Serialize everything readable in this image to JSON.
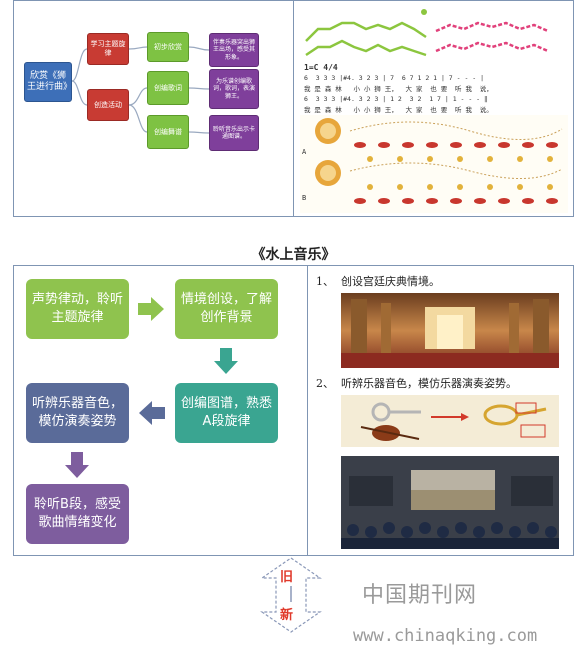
{
  "top_panel": {
    "center_node": "欣赏《狮王进行曲》",
    "branch_a": "学习主题旋律",
    "branch_b": "创造活动",
    "mid_nodes": [
      "初步欣赏",
      "创编歌词",
      "创编舞谱"
    ],
    "leaf_nodes": [
      "伴奏乐器突出狮王出场，感受其形象。",
      "为乐谱创编歌词，歌词，表演狮王。",
      "聆听音乐出示卡通图谱。"
    ],
    "score_key": "1=C 4/4",
    "score_line1_notes": "6  3 3 3 |#4. 3 2 3 | 7  6 7 1 2 1 | 7 - - - |",
    "score_line1_words": "我 是 森 林   小 小 狮 王，  大 家  也 要  听 我  说，",
    "score_line2_notes": "6  3 3 3 |#4. 3 2 3 | 1 2  3 2  1 7 | 1 - - - ‖",
    "score_line2_words": "我 是 森 林   小 小 狮 王，  大 家  也 要  听 我  说。",
    "part_marks": [
      "A",
      "B"
    ]
  },
  "section_title": "《水上音乐》",
  "flow": {
    "steps": [
      "声势律动，聆听主题旋律",
      "情境创设，了解创作背景",
      "创编图谱，熟悉A段旋律",
      "听辨乐器音色，模仿演奏姿势",
      "聆听B段，感受歌曲情绪变化"
    ]
  },
  "right_list": {
    "item1_number": "1、",
    "item1_text": "创设宫廷庆典情境。",
    "item2_number": "2、",
    "item2_text": "听辨乐器音色，模仿乐器演奏姿势。"
  },
  "legend": {
    "old": "旧",
    "new": "新"
  },
  "watermark": {
    "name": "中国期刊网",
    "url": "www.chinaqking.com"
  },
  "colors": {
    "border": "#7f95b3",
    "green": "#8fc34e",
    "teal": "#3aa591",
    "slate": "#5a6b99",
    "purple": "#7e5d9e",
    "arrow_red": "#e0392b",
    "mind_blue": "#3d6fb8",
    "mind_red": "#c83b33",
    "mind_green": "#7ec243",
    "mind_purple": "#7f3f9b"
  }
}
